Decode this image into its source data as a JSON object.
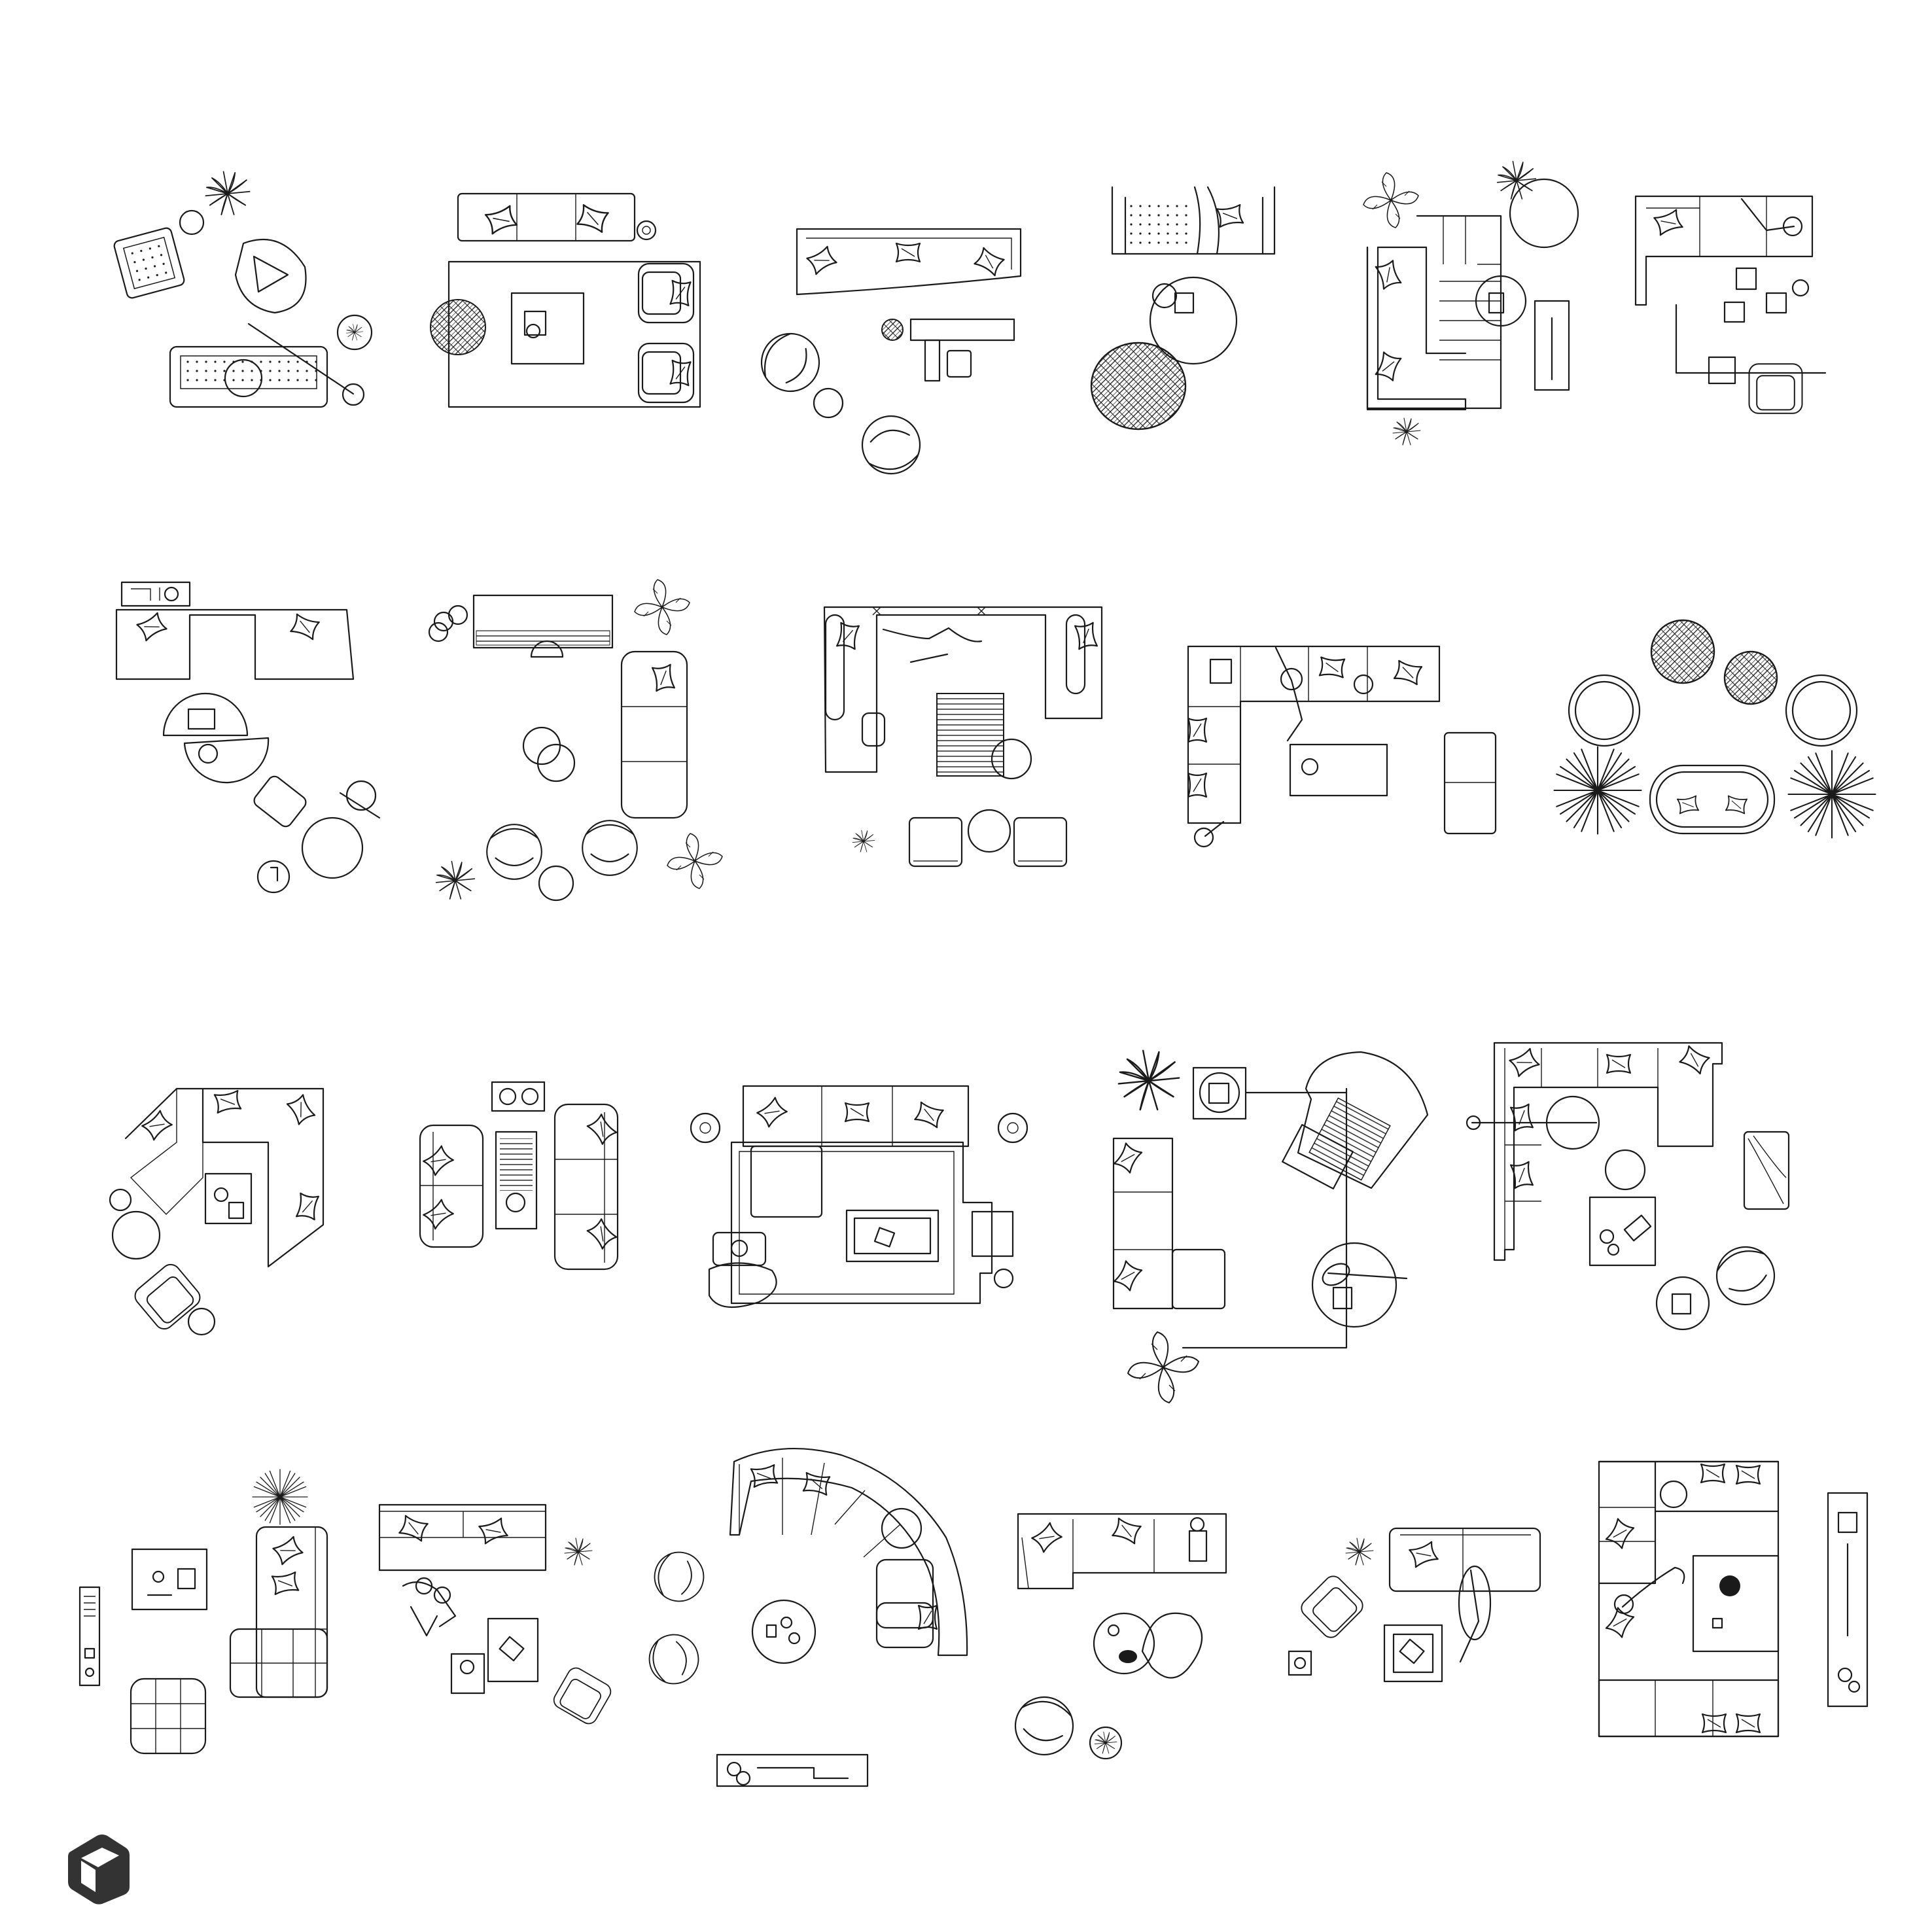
{
  "sheet": {
    "background": "#ffffff",
    "line_color": "#1a1a1a",
    "groups": [
      "living-room-01",
      "living-room-02",
      "living-room-03",
      "living-room-04",
      "living-room-05",
      "living-room-06",
      "living-room-07",
      "living-room-08",
      "living-room-09",
      "living-room-10",
      "living-room-11",
      "living-room-12",
      "living-room-13",
      "living-room-14",
      "living-room-15",
      "living-room-16",
      "living-room-17",
      "living-room-18",
      "living-room-19",
      "living-room-20",
      "living-room-21",
      "living-room-22"
    ]
  },
  "logo": {
    "icon": "cube-logo-icon",
    "color": "#333333"
  }
}
